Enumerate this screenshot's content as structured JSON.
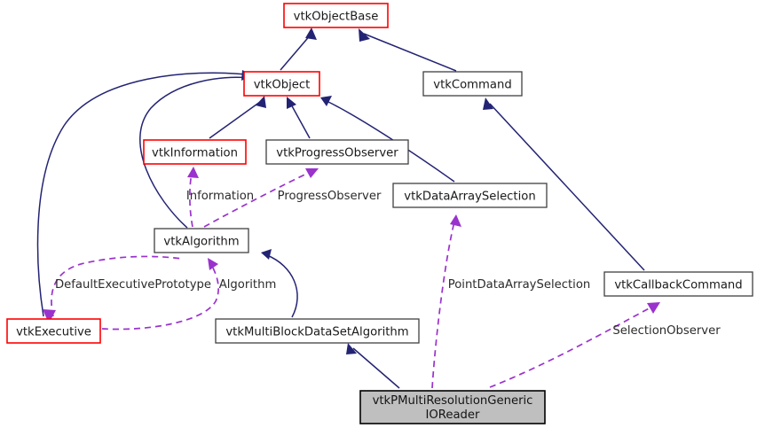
{
  "diagram": {
    "type": "uml-collaboration-diagram",
    "title": "vtkPMultiResolutionGenericIOReader collaboration diagram",
    "colors": {
      "inheritance_edge": "#232374",
      "usage_edge": "#9a32cd",
      "linked_node_border": "#ff0000",
      "plain_node_border": "#404040",
      "current_node_fill": "#bfbfbf",
      "background": "#ffffff"
    },
    "nodes": [
      {
        "id": "vtkObjectBase",
        "label": "vtkObjectBase",
        "style": "red"
      },
      {
        "id": "vtkObject",
        "label": "vtkObject",
        "style": "red"
      },
      {
        "id": "vtkCommand",
        "label": "vtkCommand",
        "style": "plain"
      },
      {
        "id": "vtkInformation",
        "label": "vtkInformation",
        "style": "red"
      },
      {
        "id": "vtkProgressObserver",
        "label": "vtkProgressObserver",
        "style": "plain"
      },
      {
        "id": "vtkDataArraySelection",
        "label": "vtkDataArraySelection",
        "style": "plain"
      },
      {
        "id": "vtkAlgorithm",
        "label": "vtkAlgorithm",
        "style": "plain"
      },
      {
        "id": "vtkExecutive",
        "label": "vtkExecutive",
        "style": "red"
      },
      {
        "id": "vtkMultiBlockDataSetAlgorithm",
        "label": "vtkMultiBlockDataSetAlgorithm",
        "style": "plain"
      },
      {
        "id": "vtkCallbackCommand",
        "label": "vtkCallbackCommand",
        "style": "plain"
      },
      {
        "id": "vtkPMultiResolutionGenericIOReader",
        "label_line1": "vtkPMultiResolutionGeneric",
        "label_line2": "IOReader",
        "style": "current"
      }
    ],
    "edge_labels": {
      "information": "Information",
      "progress_observer": "ProgressObserver",
      "default_executive_prototype": "DefaultExecutivePrototype",
      "algorithm": "Algorithm",
      "point_data_array_selection": "PointDataArraySelection",
      "selection_observer": "SelectionObserver"
    },
    "edges": [
      {
        "from": "vtkObject",
        "to": "vtkObjectBase",
        "kind": "inheritance"
      },
      {
        "from": "vtkCommand",
        "to": "vtkObjectBase",
        "kind": "inheritance"
      },
      {
        "from": "vtkInformation",
        "to": "vtkObject",
        "kind": "inheritance"
      },
      {
        "from": "vtkProgressObserver",
        "to": "vtkObject",
        "kind": "inheritance"
      },
      {
        "from": "vtkDataArraySelection",
        "to": "vtkObject",
        "kind": "inheritance"
      },
      {
        "from": "vtkAlgorithm",
        "to": "vtkObject",
        "kind": "inheritance"
      },
      {
        "from": "vtkExecutive",
        "to": "vtkObject",
        "kind": "inheritance"
      },
      {
        "from": "vtkCallbackCommand",
        "to": "vtkCommand",
        "kind": "inheritance"
      },
      {
        "from": "vtkMultiBlockDataSetAlgorithm",
        "to": "vtkAlgorithm",
        "kind": "inheritance"
      },
      {
        "from": "vtkPMultiResolutionGenericIOReader",
        "to": "vtkMultiBlockDataSetAlgorithm",
        "kind": "inheritance"
      },
      {
        "from": "vtkAlgorithm",
        "to": "vtkInformation",
        "kind": "usage",
        "label": "Information"
      },
      {
        "from": "vtkAlgorithm",
        "to": "vtkProgressObserver",
        "kind": "usage",
        "label": "ProgressObserver"
      },
      {
        "from": "vtkExecutive",
        "to": "vtkAlgorithm",
        "kind": "usage",
        "label": "Algorithm"
      },
      {
        "from": "vtkExecutive",
        "to": "vtkExecutive",
        "kind": "usage",
        "label": "DefaultExecutivePrototype"
      },
      {
        "from": "vtkPMultiResolutionGenericIOReader",
        "to": "vtkDataArraySelection",
        "kind": "usage",
        "label": "PointDataArraySelection"
      },
      {
        "from": "vtkPMultiResolutionGenericIOReader",
        "to": "vtkCallbackCommand",
        "kind": "usage",
        "label": "SelectionObserver"
      }
    ]
  }
}
